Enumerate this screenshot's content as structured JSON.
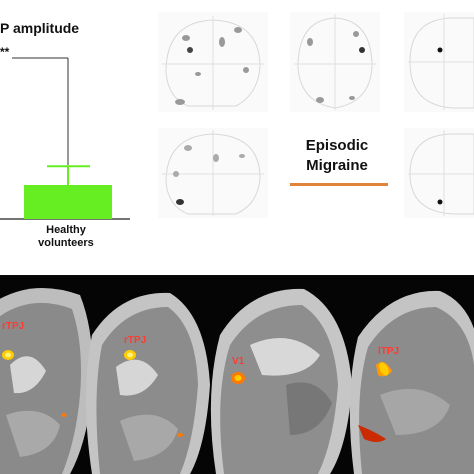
{
  "figure": {
    "chart_title": "P amplitude",
    "significance": "**",
    "group_label_line1": "Healthy",
    "group_label_line2": "volunteers",
    "legend_line1": "Episodic",
    "legend_line2": "Migraine",
    "legend_line_color": "#e0843c",
    "bar_color": "#66ee22"
  },
  "mri": {
    "labels": [
      "rTPJ",
      "rTPJ",
      "V1",
      "lTPJ"
    ],
    "blob_colors": [
      "#ffcc00",
      "#ff7a00",
      "#cc2a00"
    ]
  },
  "chart_data": {
    "type": "bar",
    "title": "P amplitude",
    "categories": [
      "Healthy volunteers"
    ],
    "series": [
      {
        "values": [
          1
        ]
      }
    ],
    "error_bars": [
      0.55
    ],
    "annotations": [
      "**"
    ]
  }
}
